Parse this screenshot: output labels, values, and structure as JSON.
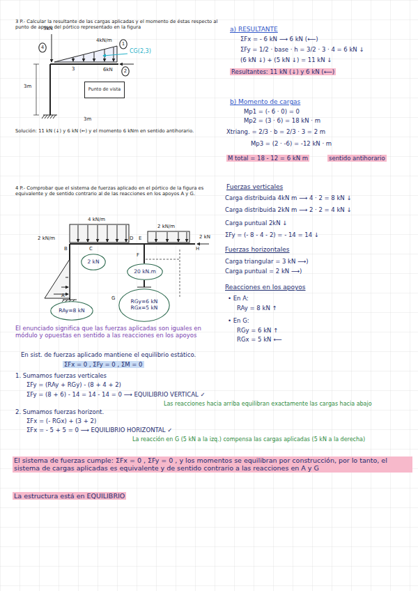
{
  "diagram": {
    "nodes": [
      {
        "text": [
          "Punto de vista"
        ]
      },
      {
        "text": [
          "4"
        ]
      },
      {
        "text": [
          "1"
        ]
      },
      {
        "text": [
          "2"
        ]
      },
      {
        "text": [
          "2 kN"
        ]
      },
      {
        "text": [
          "20 kN.m"
        ]
      },
      {
        "text": [
          "RAy=8 kN"
        ]
      },
      {
        "text": [
          "RGy=6 kN",
          "RGx=5 kN"
        ]
      }
    ],
    "labels": [
      "3 P.- Calcular la resultante de las cargas aplicadas y el momento de éstas respecto al punto de apoyo del pórtico representado en la figura",
      "3kN",
      "4kN/m",
      "CG(2,3)",
      "3",
      "6kN",
      "3m",
      "3m",
      "Solución: 11 kN (↓) y 6 kN (←) y el momento 6 kNm en sentido antihorario.",
      "a) RESULTANTE",
      "ΣFx = - 6 kN ⟶ 6 kN (⟵)",
      "ΣFy = 1/2 · base · h = 3/2 · 3 · 4 = 6 kN ↓",
      "(6 kN ↓) + (5 kN ↓) = 11 kN ↓",
      "Resultantes: 11 kN (↓) y 6 kN (⟵)",
      "b) Momento de cargas",
      "Mp1 = (- 6 · 0) = 0",
      "Mp2 = (3 · 6) = 18 kN · m",
      "Xtriang. = 2/3 · b = 2/3 · 3 = 2 m",
      "Mp3 = (2 · -6) = -12 kN · m",
      "M total = 18 - 12 = 6 kN m",
      "sentido antihorario",
      "4 P.- Comprobar que el sistema de fuerzas aplicado en el pórtico de la figura es equivalente y de sentido contrario al de las reacciones en los apoyos A y G.",
      "4 kN/m",
      "2 kN/m",
      "2 kN/m",
      "B",
      "C",
      "D",
      "E",
      "H",
      "2 kN",
      "F",
      "A",
      "G",
      "Fuerzas verticales",
      "Carga distribuida 4kN m ⟶ 4 · 2 = 8 kN ↓",
      "Carga distribuida 2kN m ⟶ 2 · 2 = 4 kN ↓",
      "Carga puntual 2kN ↓",
      "ΣFy = (- 8 - 4 - 2) = - 14 = 14 ↓",
      "Fuerzas horizontales",
      "Carga triangular = 3 kN ⟶)",
      "Carga puntual = 2 kN ⟶)",
      "Reacciones en los apoyos",
      "• En A:",
      "RAy = 8 kN ↑",
      "• En G:",
      "RGy = 6 kN ↑",
      "RGx = 5 kN ⟵",
      "El enunciado significa que las fuerzas aplicadas son iguales en módulo y opuestas en sentido a las reacciones en los apoyos",
      "En sist. de fuerzas aplicado mantiene el equilibrio estático.",
      "ΣFx = 0 , ΣFy = 0 , ΣM = 0",
      "1. Sumamos fuerzas verticales",
      "ΣFy = (RAy + RGy) - (8 + 4 + 2)",
      "ΣFy = (8 + 6) - 14 = 14 - 14 = 0 ⟶ EQUILIBRIO VERTICAL ✓",
      "Las reacciones hacia arriba equilibran exactamente las cargas hacia abajo",
      "2. Sumamos fuerzas horizont.",
      "ΣFx = (- RGx) + (3 + 2)",
      "ΣFx = - 5 + 5 = 0 ⟶ EQUILIBRIO HORIZONTAL ✓",
      "La reacción en G (5 kN a la izq.) compensa las cargas aplicadas (5 kN a la derecha)",
      "El sistema de fuerzas cumple: ΣFx = 0 , ΣFy = 0 , y los momentos se equilibran por construcción, por lo tanto, el sistema de cargas aplicadas es equivalente y de sentido contrario a las reacciones en A y G",
      "La estructura está en EQUILIBRIO"
    ]
  }
}
